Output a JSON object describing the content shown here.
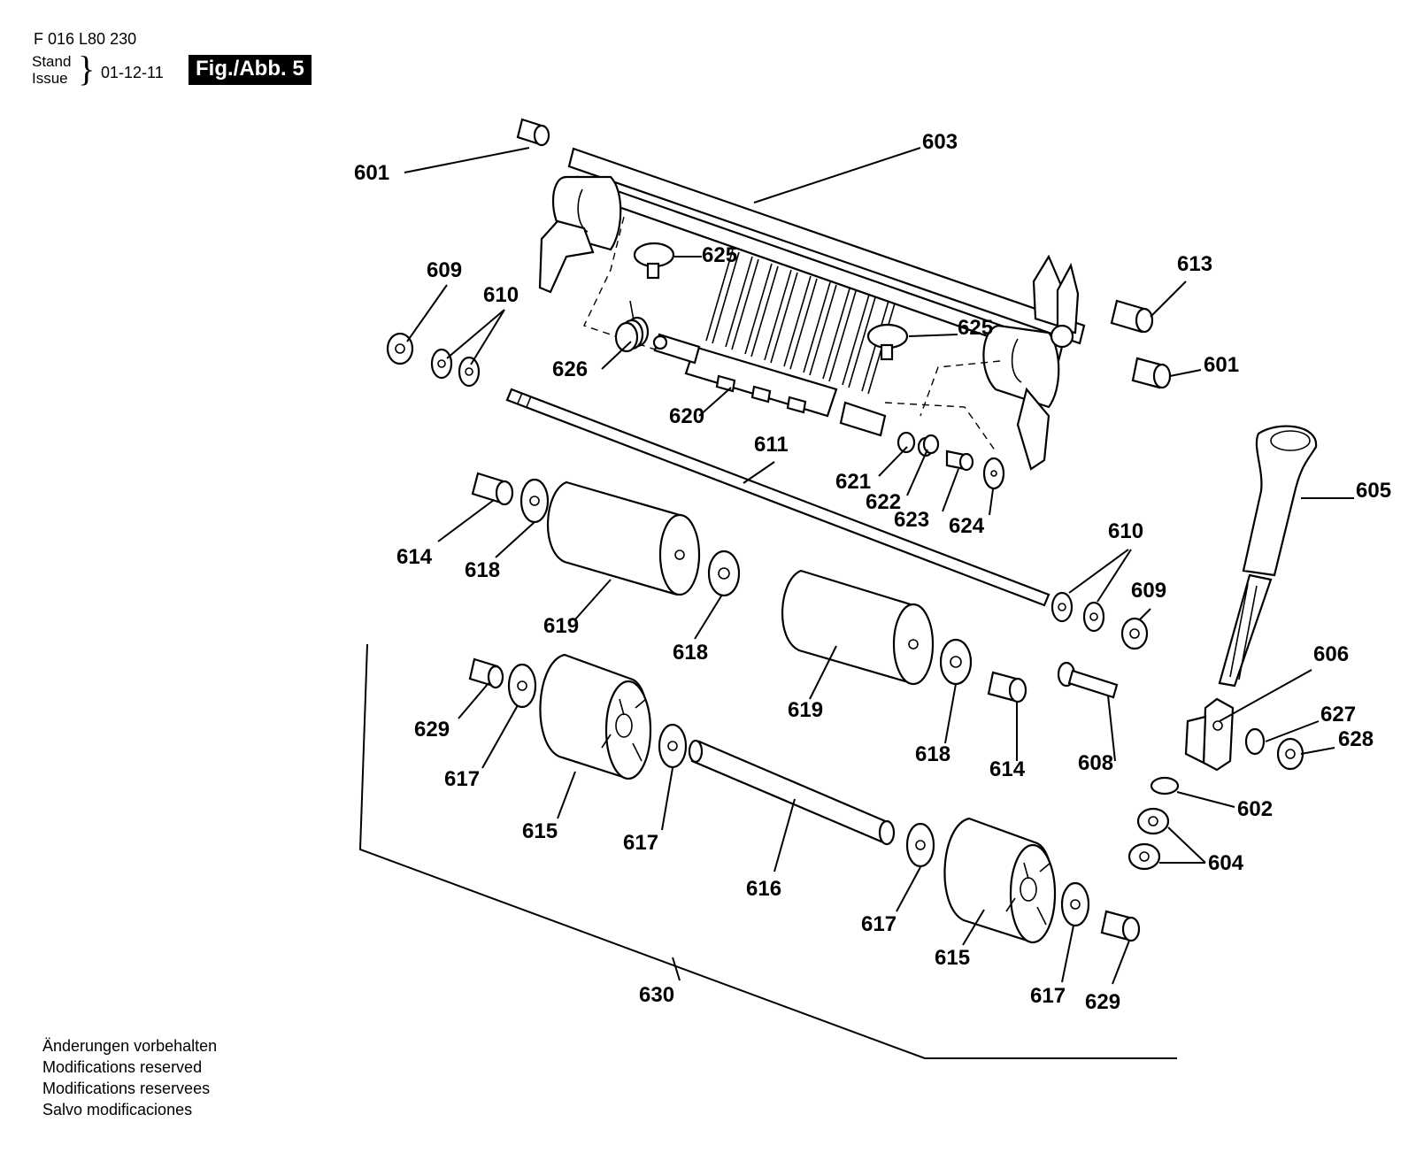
{
  "header": {
    "doc_number": "F 016 L80 230",
    "stand_label": "Stand",
    "issue_label": "Issue",
    "date": "01-12-11",
    "figure_label": "Fig./Abb. 5"
  },
  "footer": {
    "lines": [
      "Änderungen vorbehalten",
      "Modifications reserved",
      "Modifications reservees",
      "Salvo modificaciones"
    ]
  },
  "part_labels": [
    "601",
    "603",
    "625",
    "609",
    "610",
    "613",
    "625",
    "601",
    "626",
    "620",
    "611",
    "621",
    "622",
    "623",
    "624",
    "605",
    "614",
    "618",
    "619",
    "618",
    "610",
    "609",
    "619",
    "606",
    "629",
    "617",
    "618",
    "614",
    "608",
    "627",
    "628",
    "615",
    "617",
    "602",
    "616",
    "604",
    "617",
    "615",
    "630",
    "617",
    "629"
  ]
}
